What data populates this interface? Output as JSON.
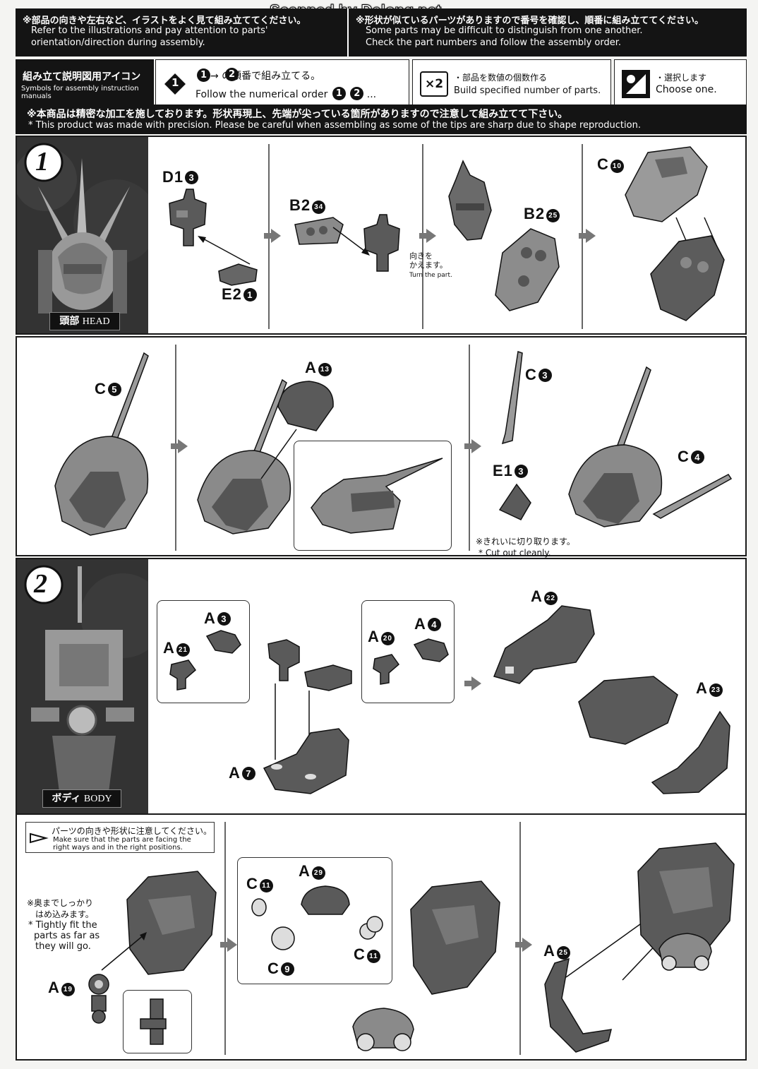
{
  "watermark": "Scanned by Dalong.net",
  "header": {
    "left_jp": "※部品の向きや左右など、イラストをよく見て組み立ててください。",
    "left_en_1": "Refer to the illustrations and pay attention to parts'",
    "left_en_2": "orientation/direction during assembly.",
    "right_jp": "※形状が似ているパーツがありますので番号を確認し、順番に組み立ててください。",
    "right_en_1": "Some parts may be difficult to distinguish from one another.",
    "right_en_2": "Check the part numbers and follow the assembly order."
  },
  "icons": {
    "title_jp": "組み立て説明図用アイコン",
    "title_en": "Symbols for assembly instruction manuals",
    "order_badge": "1",
    "order_jp": "→ の順番で組み立てる。",
    "order_n1": "1",
    "order_n2": "2",
    "order_en": "Follow the numerical order",
    "order_tail": "...",
    "count_badge": "×2",
    "count_jp": "・部品を数値の個数作る",
    "count_en": "Build specified number of parts.",
    "choose_jp": "・選択します",
    "choose_en": "Choose one."
  },
  "caution": {
    "jp": "※本商品は精密な加工を施しております。形状再現上、先端が尖っている箇所がありますので注意して組み立てて下さい。",
    "en": "* This product was made with precision.  Please be careful when assembling as some of the tips are sharp due to shape reproduction."
  },
  "step1": {
    "number": "1",
    "section_jp": "頭部",
    "section_en": "HEAD",
    "parts": {
      "d1": "D1",
      "d1_n": "3",
      "e2": "E2",
      "e2_n": "1",
      "b2a": "B2",
      "b2a_n": "34",
      "b2b": "B2",
      "b2b_n": "25",
      "c10": "C",
      "c10_n": "10",
      "c5": "C",
      "c5_n": "5",
      "a13": "A",
      "a13_n": "13",
      "c3": "C",
      "c3_n": "3",
      "e1": "E1",
      "e1_n": "3",
      "c4": "C",
      "c4_n": "4"
    },
    "turn_jp_1": "向きを",
    "turn_jp_2": "かえます。",
    "turn_en": "Turn the part.",
    "cut_jp": "※きれいに切り取ります。",
    "cut_en": "* Cut out cleanly."
  },
  "step2": {
    "number": "2",
    "section_jp": "ボディ",
    "section_en": "BODY",
    "parts": {
      "a3": "A",
      "a3_n": "3",
      "a21": "A",
      "a21_n": "21",
      "a20": "A",
      "a20_n": "20",
      "a4": "A",
      "a4_n": "4",
      "a7": "A",
      "a7_n": "7",
      "a22": "A",
      "a22_n": "22",
      "a23": "A",
      "a23_n": "23",
      "a19": "A",
      "a19_n": "19",
      "c11a": "C",
      "c11a_n": "11",
      "a29": "A",
      "a29_n": "29",
      "c9": "C",
      "c9_n": "9",
      "c11b": "C",
      "c11b_n": "11",
      "a25": "A",
      "a25_n": "25"
    },
    "orient_jp": "パーツの向きや形状に注意してください。",
    "orient_en_1": "Make sure that the parts are facing the",
    "orient_en_2": "right ways and in the right positions.",
    "fit_jp_1": "※奥までしっかり",
    "fit_jp_2": "はめ込みます。",
    "fit_en_1": "* Tightly fit the",
    "fit_en_2": "parts as far as",
    "fit_en_3": "they will go."
  },
  "colors": {
    "black": "#141414",
    "part_fill": "#5a5a5a",
    "part_light": "#9a9a9a",
    "arrow": "#777777"
  }
}
